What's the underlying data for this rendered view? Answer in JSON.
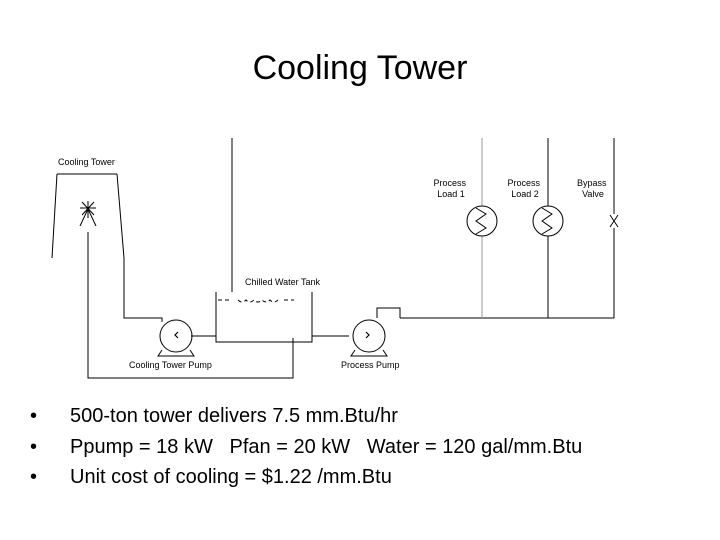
{
  "slide": {
    "title": "Cooling Tower"
  },
  "diagram": {
    "labels": {
      "cooling_tower": "Cooling Tower",
      "chilled_water_tank": "Chilled Water Tank",
      "process_load_1": [
        "Process",
        "Load 1"
      ],
      "process_load_2": [
        "Process",
        "Load 2"
      ],
      "bypass_valve": [
        "Bypass",
        "Valve"
      ],
      "cooling_tower_pump": "Cooling Tower Pump",
      "process_pump": "Process Pump"
    },
    "line_color": "#000000",
    "pipe_light_color": "#999999"
  },
  "bullets": [
    {
      "marker": "•",
      "text": "500-ton tower delivers 7.5 mm.Btu/hr"
    },
    {
      "marker": "•",
      "text": "Ppump = 18 kW   Pfan = 20 kW   Water = 120 gal/mm.Btu"
    },
    {
      "marker": "•",
      "text": "Unit cost of cooling = $1.22 /mm.Btu"
    }
  ]
}
